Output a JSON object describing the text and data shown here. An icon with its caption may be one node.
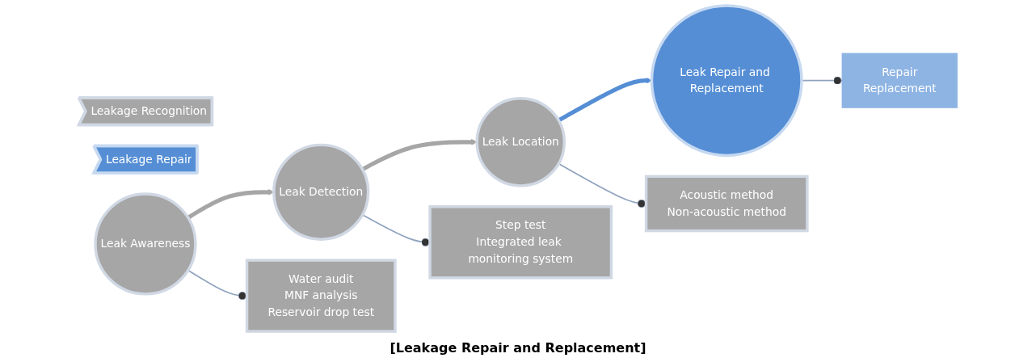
{
  "diagram": {
    "caption": "[Leakage Repair and Replacement]",
    "nodes": [
      {
        "text": [
          "Leakage Recognition"
        ]
      },
      {
        "text": [
          "Leakage Repair"
        ]
      },
      {
        "text": [
          "Leak Awareness"
        ]
      },
      {
        "text": [
          "Leak Detection"
        ]
      },
      {
        "text": [
          "Leak Location"
        ]
      },
      {
        "text": [
          "Leak Repair and Replacement"
        ]
      },
      {
        "text": [
          "Water audit",
          "MNF analysis",
          "Reservoir drop test"
        ]
      },
      {
        "text": [
          "Step test",
          "Integrated leak monitoring system"
        ]
      },
      {
        "text": [
          "Acoustic method",
          "Non-acoustic method"
        ]
      },
      {
        "text": [
          "Repair",
          "Replacement"
        ]
      }
    ],
    "edges": [
      {
        "from": 2,
        "to": 3,
        "arrow": "to",
        "style": "thick"
      },
      {
        "from": 3,
        "to": 4,
        "arrow": "to",
        "style": "thick"
      },
      {
        "from": 4,
        "to": 5,
        "arrow": "to",
        "style": "thick",
        "color": "#558ed5"
      },
      {
        "from": 2,
        "to": 6,
        "arrow": "other"
      },
      {
        "from": 3,
        "to": 7,
        "arrow": "other"
      },
      {
        "from": 4,
        "to": 8,
        "arrow": "other"
      },
      {
        "from": 5,
        "to": 9,
        "arrow": "other"
      }
    ]
  }
}
